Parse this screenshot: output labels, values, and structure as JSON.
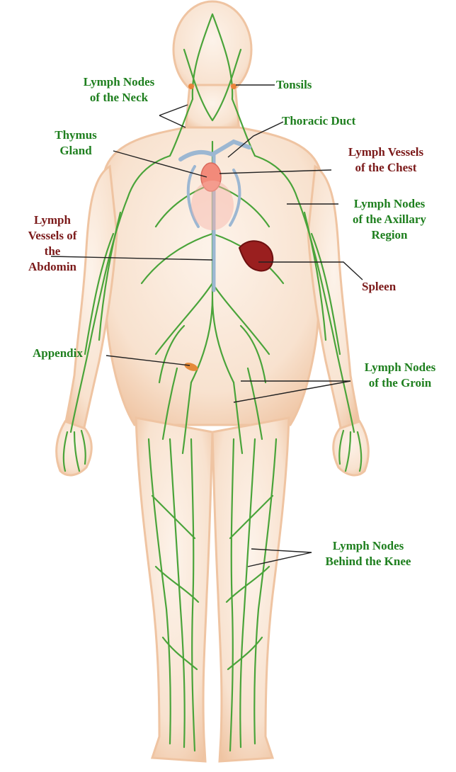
{
  "colors": {
    "green_label": "#1e7f1e",
    "red_label": "#7b1a1a",
    "skin": "#f7dcc6",
    "skin_edge": "#f0c6a6",
    "lymph": "#4aa43a",
    "thoracic_duct": "#9cb7d2",
    "spleen": "#9a1f1f"
  },
  "labels": {
    "lymph_nodes_neck": "Lymph Nodes\nof the Neck",
    "tonsils": "Tonsils",
    "thoracic_duct": "Thoracic Duct",
    "thymus_gland": "Thymus\nGland",
    "lymph_vessels_chest": "Lymph Vessels\nof the Chest",
    "lymph_nodes_axillary": "Lymph Nodes\nof the Axillary\nRegion",
    "lymph_vessels_abdomin": "Lymph\nVessels of\nthe\nAbdomin",
    "spleen": "Spleen",
    "appendix": "Appendix",
    "lymph_nodes_groin": "Lymph Nodes\nof the Groin",
    "lymph_nodes_knee": "Lymph Nodes\nBehind the Knee"
  }
}
